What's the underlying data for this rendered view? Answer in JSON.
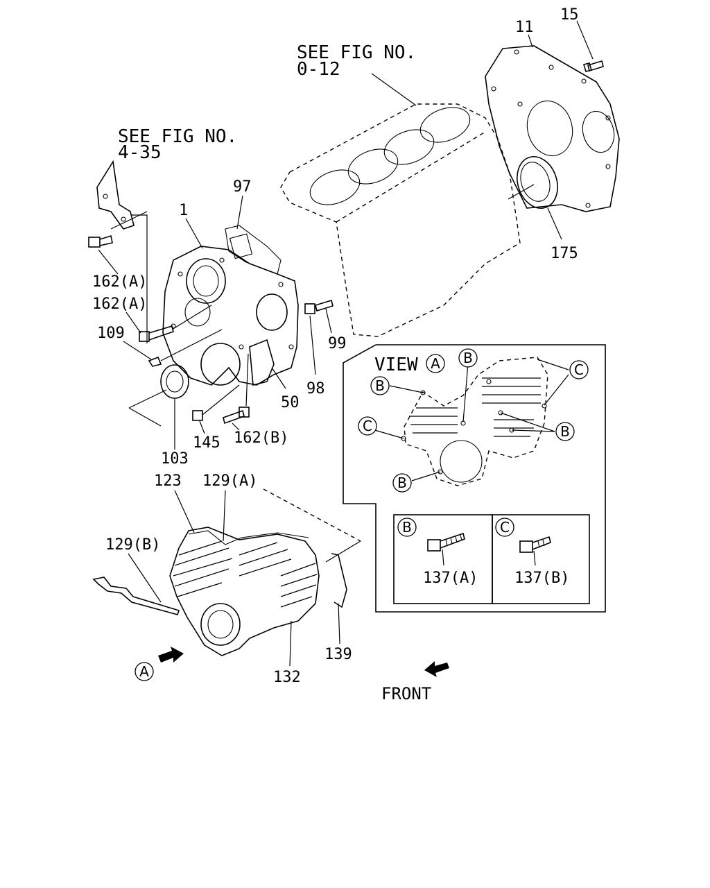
{
  "references": {
    "block": [
      "SEE FIG NO.",
      "0-12"
    ],
    "bracket": [
      "SEE FIG NO.",
      "4-35"
    ]
  },
  "parts": {
    "p1": "1",
    "p11": "11",
    "p15": "15",
    "p97": "97",
    "p175": "175",
    "p162a_1": "162(A)",
    "p162a_2": "162(A)",
    "p109": "109",
    "p99": "99",
    "p98": "98",
    "p50": "50",
    "p103": "103",
    "p145": "145",
    "p162b": "162(B)",
    "p123": "123",
    "p129a": "129(A)",
    "p129b": "129(B)",
    "p132": "132",
    "p139": "139"
  },
  "view": {
    "title": "VIEW",
    "letter_a": "A",
    "letter_b": "B",
    "letter_c": "C",
    "box_b_part": "137(A)",
    "box_c_part": "137(B)"
  },
  "front_label": "FRONT"
}
